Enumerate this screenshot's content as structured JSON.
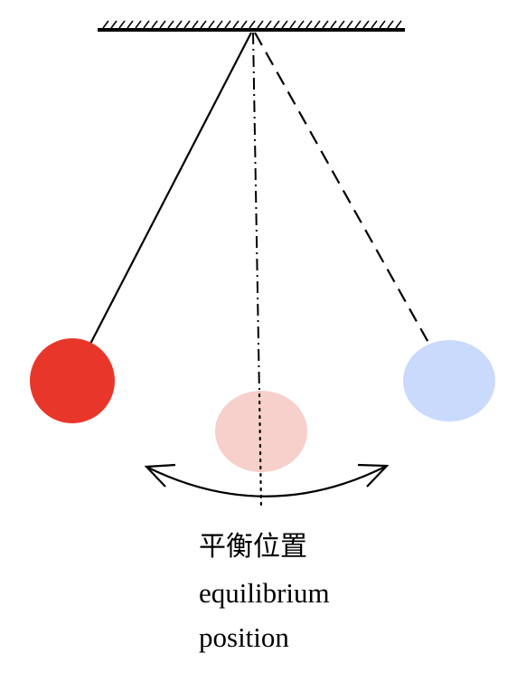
{
  "caption": {
    "chinese": "平衡位置",
    "english_line1": "equilibrium",
    "english_line2": "position"
  },
  "colors": {
    "line": "#000000",
    "bob_left": "#e8372a",
    "bob_center": "#f7cfcb",
    "bob_right": "#c9dafc"
  }
}
